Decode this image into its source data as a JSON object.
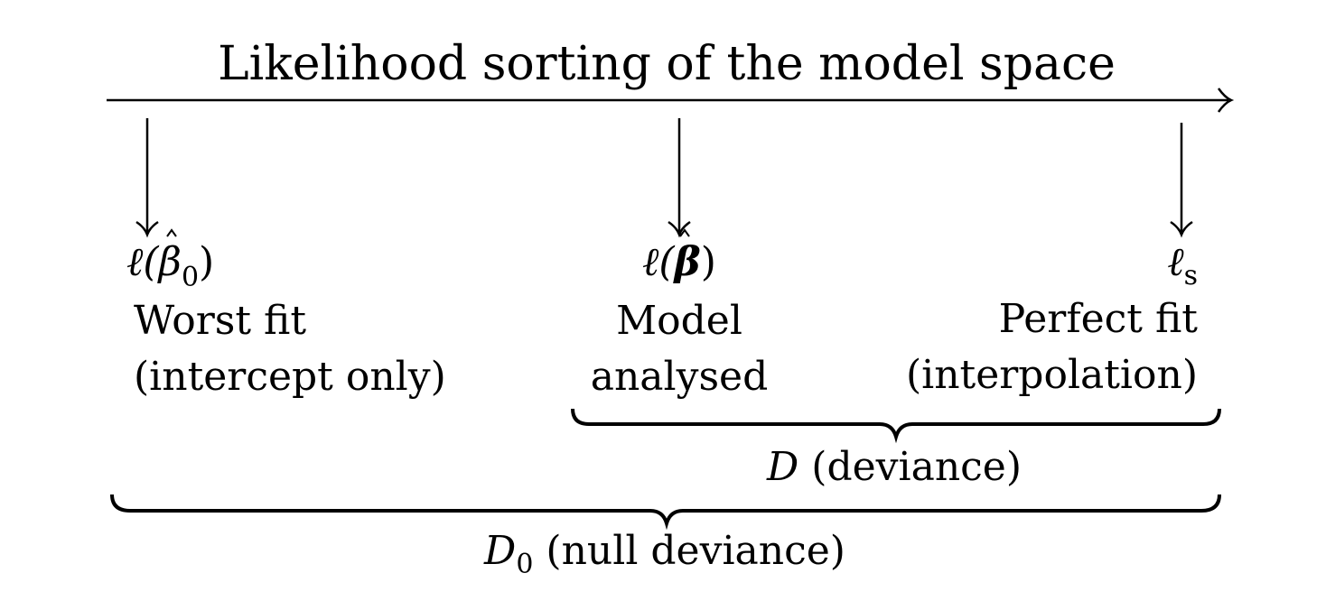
{
  "title": "Likelihood sorting of the model space",
  "markers": [
    {
      "math": {
        "symbol": "ℓ(",
        "hat_symbol": "β",
        "subscript": "0",
        "close": ")"
      },
      "lines": [
        "Worst fit",
        "(intercept only)"
      ]
    },
    {
      "math": {
        "symbol": "ℓ(",
        "hat_symbol": "β",
        "subscript": "",
        "close": ")"
      },
      "lines": [
        "Model",
        "analysed"
      ]
    },
    {
      "math": {
        "symbol": "ℓ",
        "subscript": "s"
      },
      "lines": [
        "Perfect fit",
        "(interpolation)"
      ]
    }
  ],
  "braces": [
    {
      "symbol": "D",
      "subscript": "",
      "label": "(deviance)"
    },
    {
      "symbol": "D",
      "subscript": "0",
      "label": "(null deviance)"
    }
  ],
  "colors": {
    "ink": "#000000",
    "background": "#ffffff"
  }
}
